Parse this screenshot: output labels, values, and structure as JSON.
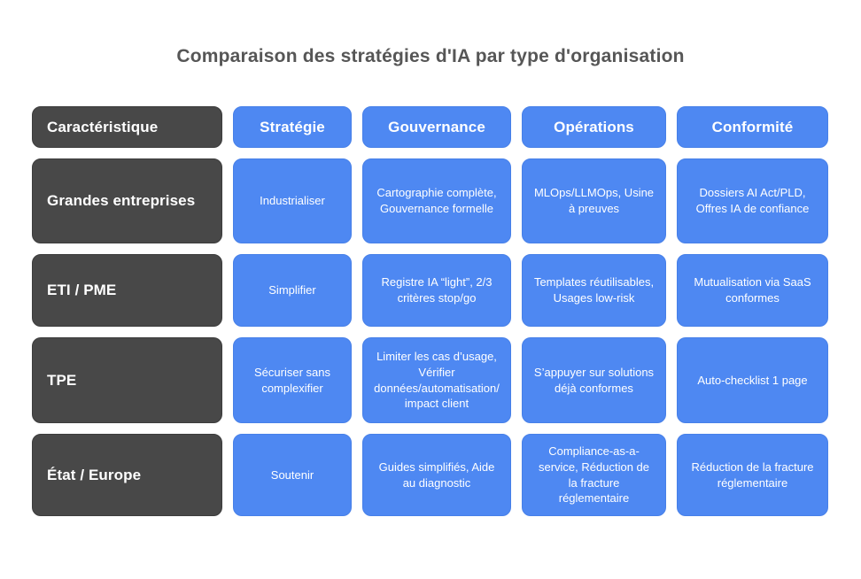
{
  "title": "Comparaison des stratégies d'IA par type d'organisation",
  "colors": {
    "accent_blue": "#4e88f2",
    "label_dark": "#484848",
    "title_gray": "#565656",
    "text_on_boxes": "#ffffff",
    "background": "#ffffff"
  },
  "table": {
    "header": [
      "Caractéristique",
      "Stratégie",
      "Gouvernance",
      "Opérations",
      "Conformité"
    ],
    "rows": [
      {
        "label": "Grandes entreprises",
        "cells": [
          "Industrialiser",
          "Cartographie complète, Gouvernance formelle",
          "MLOps/LLMOps, Usine à preuves",
          "Dossiers AI Act/PLD, Offres IA de confiance"
        ]
      },
      {
        "label": "ETI / PME",
        "cells": [
          "Simplifier",
          "Registre IA “light”, 2/3 critères stop/go",
          "Templates réutilisables, Usages low-risk",
          "Mutualisation via SaaS conformes"
        ]
      },
      {
        "label": "TPE",
        "cells": [
          "Sécuriser sans complexifier",
          "Limiter les cas d’usage, Vérifier données/automatisation/impact client",
          "S’appuyer sur solutions déjà conformes",
          "Auto-checklist 1 page"
        ]
      },
      {
        "label": "État / Europe",
        "cells": [
          "Soutenir",
          "Guides simplifiés, Aide au diagnostic",
          "Compliance-as-a-service, Réduction de la fracture réglementaire",
          "Réduction de la fracture réglementaire"
        ]
      }
    ]
  }
}
